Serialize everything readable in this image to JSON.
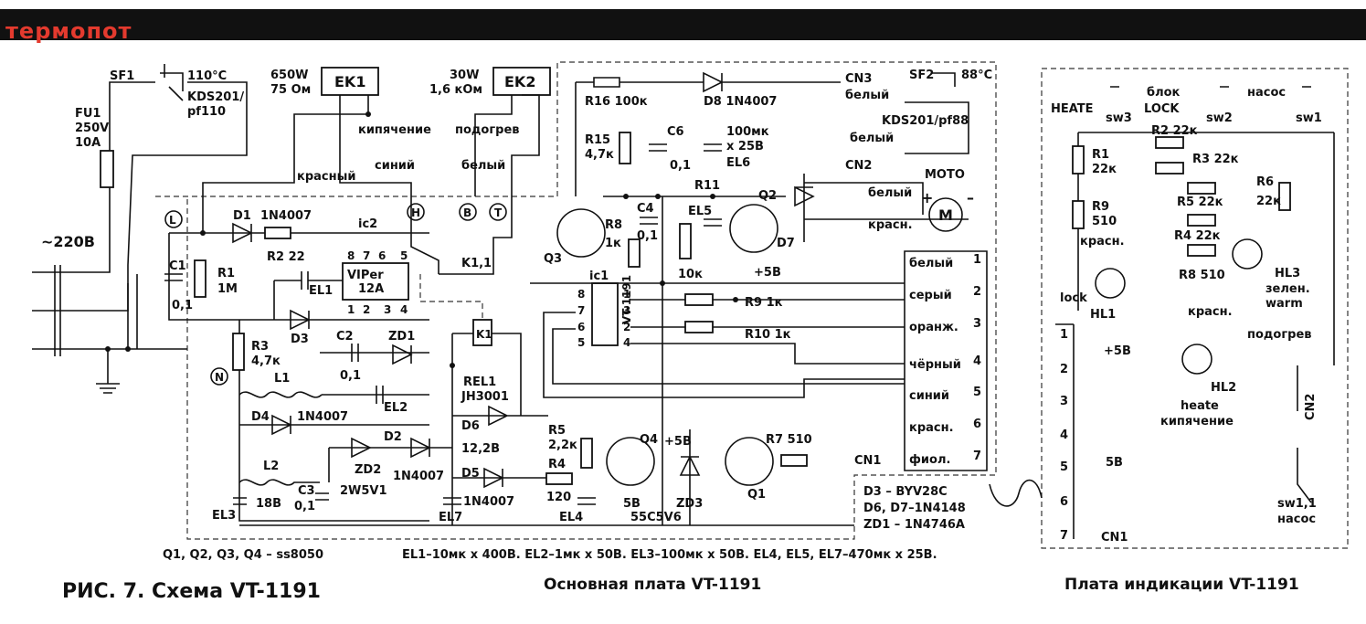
{
  "header": {
    "title": "термопот",
    "bar_color": "#111111",
    "title_color": "#e43a2e"
  },
  "captions": {
    "figure": "РИС. 7. Схема VT-1191",
    "main_board": "Основная плата VT-1191",
    "indicator_board": "Плата индикации VT-1191"
  },
  "notes": {
    "transistors": "Q1, Q2, Q3, Q4 – ss8050",
    "electrolytics": "EL1–10мк x 400В. EL2–1мк x 50В. EL3–100мк x 50В. EL4, EL5, EL7–470мк x 25В.",
    "diodes": [
      "D3 – BYV28C",
      "D6, D7–1N4148",
      "ZD1 – 1N4746A"
    ]
  },
  "labels": {
    "mains": "~220В",
    "sf1": "SF1",
    "sf1_temp": "110°С",
    "sf1_part1": "KDS201/",
    "sf1_part2": "pf110",
    "fu1": "FU1",
    "fu1_v": "250V",
    "fu1_a": "10A",
    "ek1": "EK1",
    "ek1_p": "650W",
    "ek1_r": "75 Ом",
    "ek2": "EK2",
    "ek2_p": "30W",
    "ek2_r": "1,6 кОм",
    "boil": "кипячение",
    "warm": "подогрев",
    "red": "красный",
    "blue": "синий",
    "white": "белый",
    "L": "L",
    "N": "N",
    "H": "H",
    "B": "B",
    "T": "T",
    "d1": "D1",
    "d1_part": "1N4007",
    "r2": "R2 22",
    "ic2": "ic2",
    "ic2_p8": "8",
    "ic2_p7": "7",
    "ic2_p6": "6",
    "ic2_p5": "5",
    "ic2_p1": "1",
    "ic2_p2": "2",
    "ic2_p3": "3",
    "ic2_p4": "4",
    "viper": "VIPer",
    "viper2": "12A",
    "c1": "C1",
    "c1_v": "0,1",
    "r1": "R1",
    "r1_v": "1M",
    "el1": "EL1",
    "d3": "D3",
    "c2": "C2",
    "c2_v": "0,1",
    "zd1": "ZD1",
    "r3": "R3",
    "r3_v": "4,7к",
    "l1": "L1",
    "el2": "EL2",
    "d4": "D4",
    "d4_part": "1N4007",
    "l2": "L2",
    "c3": "C3",
    "c3_v": "0,1",
    "el3": "EL3",
    "v18": "18В",
    "zd2": "ZD2",
    "d2": "D2",
    "d2_part": "1N4007",
    "zd2_part": "2W5V1",
    "k1": "K1",
    "k11": "K1,1",
    "rel1": "REL1",
    "rel1_part": "JH3001",
    "d6": "D6",
    "v122": "12,2В",
    "d5": "D5",
    "d5_part": "1N4007",
    "el7": "EL7",
    "r5": "R5",
    "r5_v": "2,2к",
    "r4": "R4",
    "r4_v": "120",
    "el4": "EL4",
    "q4": "Q4",
    "v5": "+5В",
    "v5b": "5В",
    "zd3": "ZD3",
    "zd3_part": "55C5V6",
    "q1": "Q1",
    "r7": "R7 510",
    "r16": "R16 100к",
    "d8": "D8 1N4007",
    "r15": "R15",
    "r15_v": "4,7к",
    "c6": "C6",
    "c6_v": "0,1",
    "el6_1": "100мк",
    "el6_2": "x 25В",
    "el6": "EL6",
    "r11": "R11",
    "r11_v": "10к",
    "el5": "EL5",
    "q2": "Q2",
    "c4": "C4",
    "c4_v": "0,1",
    "r8": "R8",
    "r8_v": "1к",
    "q3": "Q3",
    "ic1": "ic1",
    "vt1191": "VT-1191",
    "ic1_p8": "8",
    "ic1_p7": "7",
    "ic1_p6": "6",
    "ic1_p5": "5",
    "ic1_p1": "1",
    "ic1_p3": "3",
    "ic1_p2": "2",
    "ic1_p4": "4",
    "r9": "R9 1к",
    "r10": "R10 1к",
    "plus5": "+5В",
    "d7": "D7",
    "cn2": "CN2",
    "moto": "MOTO",
    "krasn": "красн.",
    "plus": "+",
    "minus": "–",
    "M": "M",
    "cn3": "CN3",
    "sf2": "SF2",
    "sf2_temp": "88°С",
    "sf2_part": "KDS201/pf88",
    "cn1": "CN1",
    "cn1_pins": [
      {
        "color": "белый",
        "num": "1"
      },
      {
        "color": "серый",
        "num": "2"
      },
      {
        "color": "оранж.",
        "num": "3"
      },
      {
        "color": "чёрный",
        "num": "4"
      },
      {
        "color": "синий",
        "num": "5"
      },
      {
        "color": "красн.",
        "num": "6"
      },
      {
        "color": "фиол.",
        "num": "7"
      }
    ],
    "ind_heate": "HEATE",
    "ind_sw3": "sw3",
    "ind_blok": "блок",
    "ind_lock": "LOCK",
    "ind_sw2": "sw2",
    "ind_nasos": "насос",
    "ind_sw1": "sw1",
    "ind_r1": "R1",
    "ind_r1_v": "22к",
    "ind_r2": "R2 22к",
    "ind_r3": "R3 22к",
    "ind_r9": "R9",
    "ind_r9_v": "510",
    "ind_r5": "R5 22к",
    "ind_r6": "R6",
    "ind_r6_v": "22к",
    "ind_r4": "R4 22к",
    "ind_r8": "R8 510",
    "ind_krasn": "красн.",
    "ind_lock2": "lock",
    "ind_hl1": "HL1",
    "ind_hl3": "HL3",
    "ind_zelen": "зелен.",
    "ind_warm": "warm",
    "ind_krasn2": "красн.",
    "ind_podogrev": "подогрев",
    "ind_hl2": "HL2",
    "ind_heate2": "heate",
    "ind_kip": "кипячение",
    "ind_plus5": "+5В",
    "ind_5v": "5В",
    "ind_cn1": "CN1",
    "ind_cn2": "CN2",
    "ind_sw11": "sw1,1",
    "ind_nasos2": "насос",
    "ind_pins": [
      "1",
      "2",
      "3",
      "4",
      "5",
      "6",
      "7"
    ]
  }
}
